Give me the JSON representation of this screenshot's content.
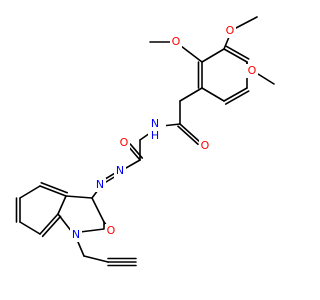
{
  "molecule": {
    "colors": {
      "O": "#ff0000",
      "N": "#0000ff",
      "C": "#000000",
      "background": "#ffffff"
    },
    "atoms": [
      {
        "id": "o_meo1",
        "symbol": "O"
      },
      {
        "id": "o_meo2",
        "symbol": "O"
      },
      {
        "id": "o_meo3",
        "symbol": "O"
      },
      {
        "id": "n_amide",
        "symbol": "N"
      },
      {
        "id": "o_amide",
        "symbol": "O"
      },
      {
        "id": "o_gly",
        "symbol": "O"
      },
      {
        "id": "n_azo1",
        "symbol": "N"
      },
      {
        "id": "n_azo2",
        "symbol": "N"
      },
      {
        "id": "o_oxo",
        "symbol": "O"
      },
      {
        "id": "n_ring",
        "symbol": "N"
      }
    ],
    "labels": {
      "o_meo1": "O",
      "o_meo2": "O",
      "o_meo3": "O",
      "n_amide": "N",
      "h_amide": "H",
      "o_amide": "O",
      "o_gly": "O",
      "n_azo1": "N",
      "n_azo2": "N",
      "o_oxo": "O",
      "n_ring": "N"
    }
  }
}
